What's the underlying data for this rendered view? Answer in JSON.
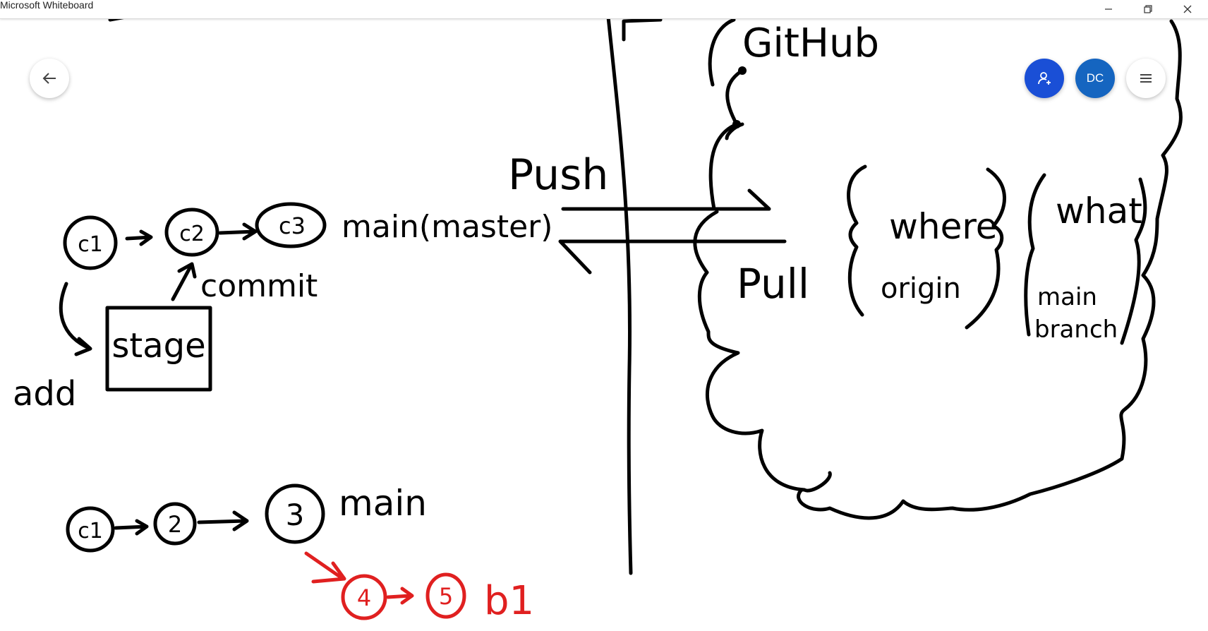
{
  "window": {
    "title": "Microsoft Whiteboard"
  },
  "toolbar": {
    "avatar_initials": "DC"
  },
  "icons": {
    "back": "arrow-left-icon",
    "share": "add-person-icon",
    "menu": "hamburger-menu-icon",
    "minimize": "minimize-icon",
    "maximize": "restore-icon",
    "close": "close-icon"
  },
  "colors": {
    "ink": "#000000",
    "red_ink": "#e02020",
    "share_button": "#1a4fd6",
    "avatar": "#1565c0"
  },
  "board": {
    "top_diagram": {
      "commits": [
        "c1",
        "c2",
        "c3"
      ],
      "branch_label": "main(master)",
      "commit_label": "commit",
      "stage_label": "stage",
      "add_label": "add"
    },
    "bottom_diagram": {
      "commits": [
        "c1",
        "2",
        "3"
      ],
      "branch_label": "main",
      "branch_commits": [
        "4",
        "5"
      ],
      "new_branch_label": "b1"
    },
    "push_label": "Push",
    "pull_label": "Pull",
    "remote_label": "GitHub",
    "where_label": "where",
    "origin_label": "origin",
    "what_label": "what",
    "what_detail_line1": "main",
    "what_detail_line2": "branch"
  }
}
